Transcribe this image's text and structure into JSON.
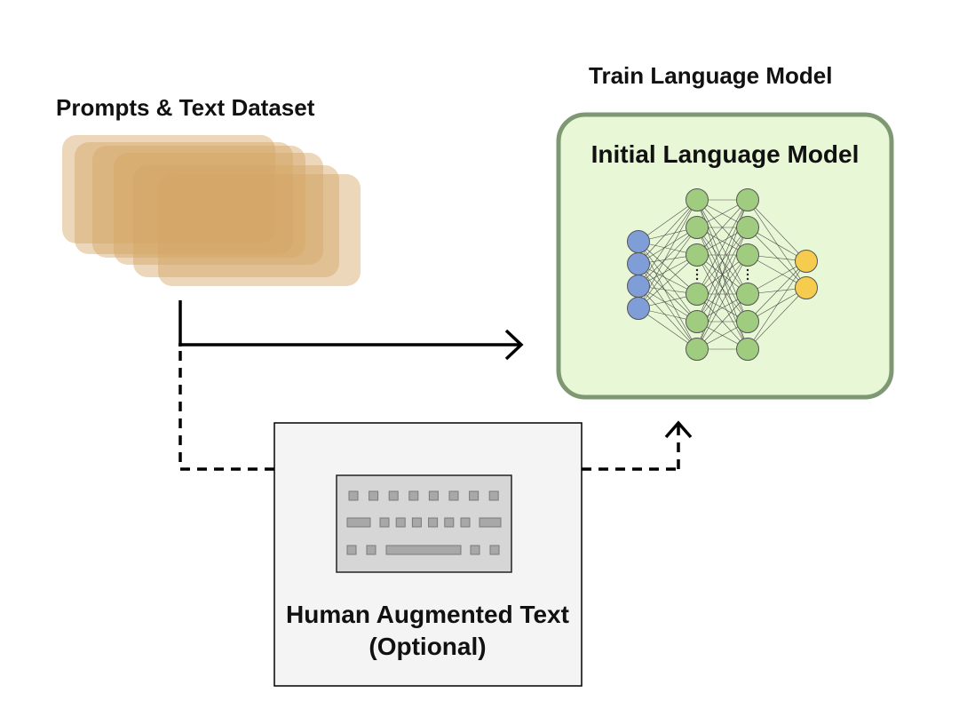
{
  "dataset": {
    "title": "Prompts & Text Dataset",
    "fill_color": "#d5a766"
  },
  "train": {
    "title": "Train Language Model"
  },
  "model": {
    "title": "Initial Language Model",
    "box_fill": "#e8f7d6",
    "box_border": "#7f9874",
    "network": {
      "input_nodes": 4,
      "hidden_layers": [
        {
          "nodes": 6,
          "has_ellipsis": true
        },
        {
          "nodes": 6,
          "has_ellipsis": true
        }
      ],
      "output_nodes": 2,
      "input_color": "#7f9ed8",
      "hidden_color": "#a0cc80",
      "output_color": "#f6cc4e"
    }
  },
  "human": {
    "title": "Human Augmented Text (Optional)",
    "box_fill": "#f4f4f4",
    "icon": "keyboard-icon"
  },
  "arrows": {
    "dataset_to_model": "solid",
    "human_to_model": "dashed"
  }
}
